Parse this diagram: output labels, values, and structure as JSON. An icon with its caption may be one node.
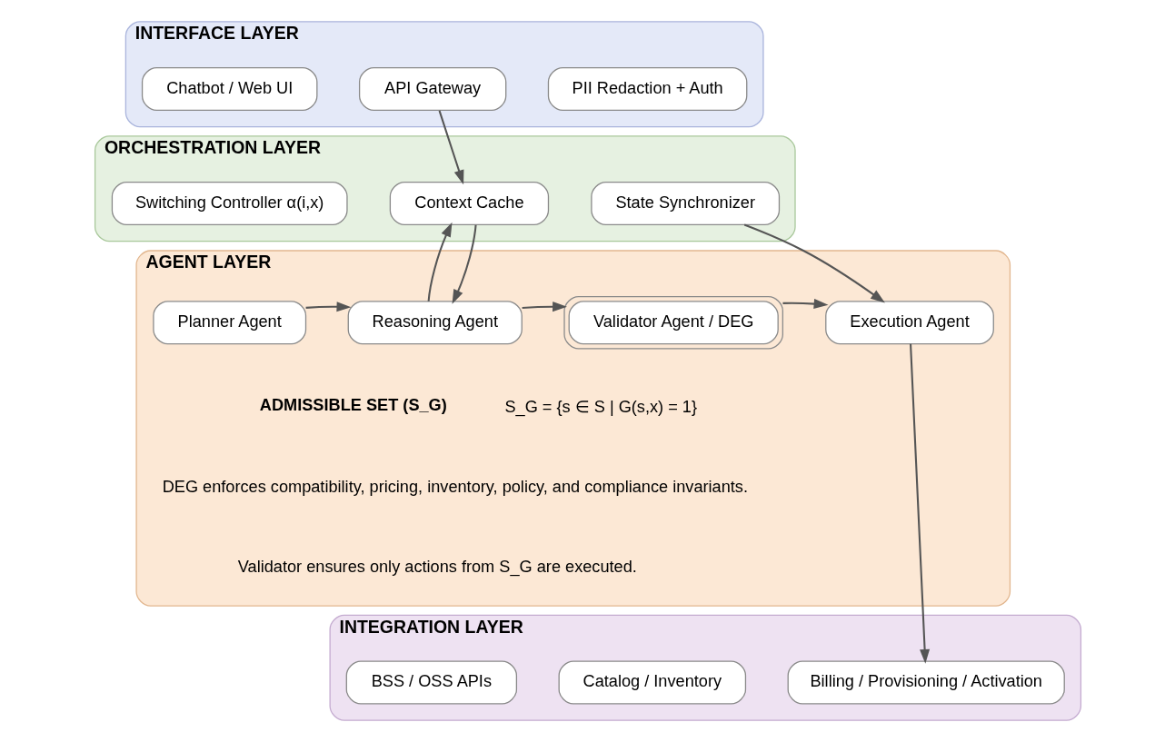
{
  "diagram": {
    "nodes": [
      {
        "text": [
          "INTERFACE LAYER"
        ]
      },
      {
        "text": [
          "Chatbot / Web UI"
        ],
        "in": 0
      },
      {
        "text": [
          "API Gateway"
        ],
        "in": 0
      },
      {
        "text": [
          "PII Redaction + Auth"
        ],
        "in": 0
      },
      {
        "text": [
          "ORCHESTRATION LAYER"
        ]
      },
      {
        "text": [
          "Switching Controller α(i,x)"
        ],
        "in": 4
      },
      {
        "text": [
          "Context Cache"
        ],
        "in": 4
      },
      {
        "text": [
          "State Synchronizer"
        ],
        "in": 4
      },
      {
        "text": [
          "AGENT LAYER"
        ]
      },
      {
        "text": [
          "Planner Agent"
        ],
        "in": 8
      },
      {
        "text": [
          "Reasoning Agent"
        ],
        "in": 8
      },
      {
        "text": [
          "Validator Agent / DEG"
        ],
        "in": 8
      },
      {
        "text": [
          "Execution Agent"
        ],
        "in": 8
      },
      {
        "text": [
          "INTEGRATION LAYER"
        ]
      },
      {
        "text": [
          "BSS / OSS APIs"
        ],
        "in": 13
      },
      {
        "text": [
          "Catalog / Inventory"
        ],
        "in": 13
      },
      {
        "text": [
          "Billing / Provisioning / Activation"
        ],
        "in": 13
      }
    ],
    "edges": [
      {
        "from": 2,
        "to": 6,
        "arrow": "to"
      },
      {
        "from": 10,
        "to": 6,
        "arrow": "to"
      },
      {
        "from": 6,
        "to": 10,
        "arrow": "to"
      },
      {
        "from": 7,
        "to": 12,
        "arrow": "to"
      },
      {
        "from": 9,
        "to": 10,
        "arrow": "to"
      },
      {
        "from": 10,
        "to": 11,
        "arrow": "to"
      },
      {
        "from": 11,
        "to": 12,
        "arrow": "to"
      },
      {
        "from": 12,
        "to": 16,
        "arrow": "to"
      }
    ],
    "labels": [
      "ADMISSIBLE SET (S_G)",
      "S_G = {s ∈ S | G(s,x) = 1}",
      "DEG enforces compatibility, pricing, inventory, policy, and compliance invariants.",
      "Validator ensures only actions from S_G are executed."
    ]
  }
}
